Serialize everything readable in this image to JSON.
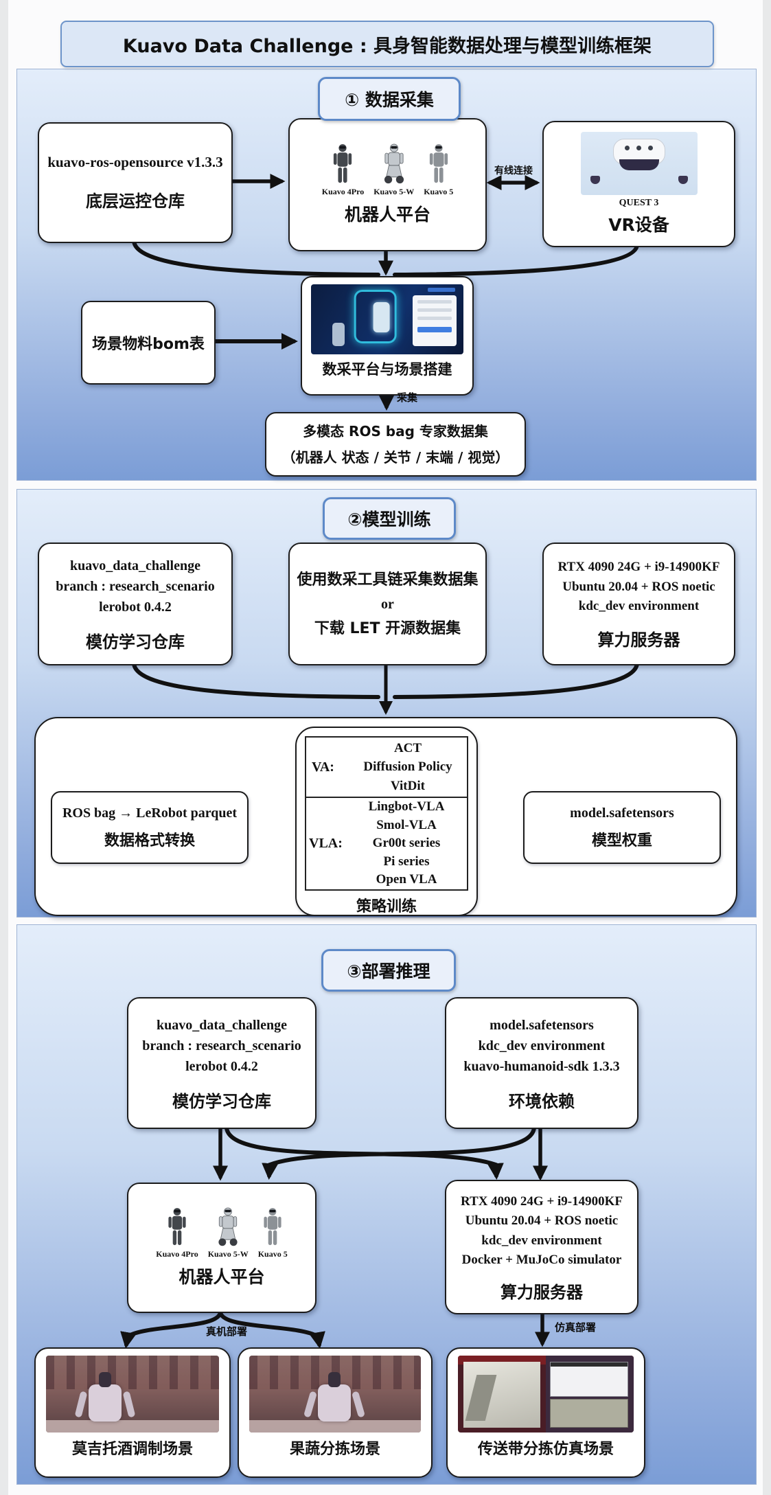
{
  "title": "Kuavo Data Challenge : 具身智能数据处理与模型训练框架",
  "colors": {
    "panel_top": "#e3edfa",
    "panel_bottom": "#7b9dd6",
    "title_fill": "#dce7f6",
    "accent_border": "#5d89c8",
    "box_border": "#1b1b1b",
    "arrow": "#111111"
  },
  "sections": {
    "s1": {
      "header": "① 数据采集",
      "repo_box": {
        "line1": "kuavo-ros-opensource v1.3.3",
        "label": "底层运控仓库"
      },
      "robot_box": {
        "names": [
          "Kuavo 4Pro",
          "Kuavo 5-W",
          "Kuavo 5"
        ],
        "label": "机器人平台"
      },
      "wire_label": "有线连接",
      "vr_box": {
        "caption": "QUEST 3",
        "label": "VR设备"
      },
      "bom_box": {
        "label": "场景物料bom表"
      },
      "platform_box": {
        "label": "数采平台与场景搭建"
      },
      "collect_label": "采集",
      "dataset_box": {
        "line1": "多模态 ROS bag 专家数据集",
        "line2": "（机器人 状态 / 关节 / 末端 / 视觉）"
      }
    },
    "s2": {
      "header": "②模型训练",
      "repo_box": {
        "line1": "kuavo_data_challenge",
        "line2": "branch : research_scenario",
        "line3": "lerobot 0.4.2",
        "label": "模仿学习仓库"
      },
      "data_box": {
        "line1": "使用数采工具链采集数据集",
        "line2": "or",
        "line3": "下载 LET 开源数据集"
      },
      "server_box": {
        "line1": "RTX 4090 24G + i9-14900KF",
        "line2": "Ubuntu 20.04 + ROS noetic",
        "line3": "kdc_dev environment",
        "label": "算力服务器"
      },
      "convert_box": {
        "line1": "ROS bag → LeRobot parquet",
        "label": "数据格式转换"
      },
      "policy_box": {
        "va_key": "VA:",
        "va_items": [
          "ACT",
          "Diffusion Policy",
          "VitDit"
        ],
        "vla_key": "VLA:",
        "vla_items": [
          "Lingbot-VLA",
          "Smol-VLA",
          "Gr00t series",
          "Pi series",
          "Open VLA"
        ],
        "label": "策略训练"
      },
      "weights_box": {
        "line1": "model.safetensors",
        "label": "模型权重"
      }
    },
    "s3": {
      "header": "③部署推理",
      "repo_box": {
        "line1": "kuavo_data_challenge",
        "line2": "branch : research_scenario",
        "line3": "lerobot 0.4.2",
        "label": "模仿学习仓库"
      },
      "env_box": {
        "line1": "model.safetensors",
        "line2": "kdc_dev environment",
        "line3": "kuavo-humanoid-sdk 1.3.3",
        "label": "环境依赖"
      },
      "robot_box": {
        "names": [
          "Kuavo 4Pro",
          "Kuavo 5-W",
          "Kuavo 5"
        ],
        "label": "机器人平台"
      },
      "server_box": {
        "line1": "RTX 4090 24G + i9-14900KF",
        "line2": "Ubuntu 20.04 + ROS noetic",
        "line3": "kdc_dev environment",
        "line4": "Docker + MuJoCo simulator",
        "label": "算力服务器"
      },
      "real_label": "真机部署",
      "sim_label": "仿真部署",
      "scene1": {
        "label": "莫吉托酒调制场景"
      },
      "scene2": {
        "label": "果蔬分拣场景"
      },
      "scene3": {
        "label": "传送带分拣仿真场景"
      }
    }
  }
}
